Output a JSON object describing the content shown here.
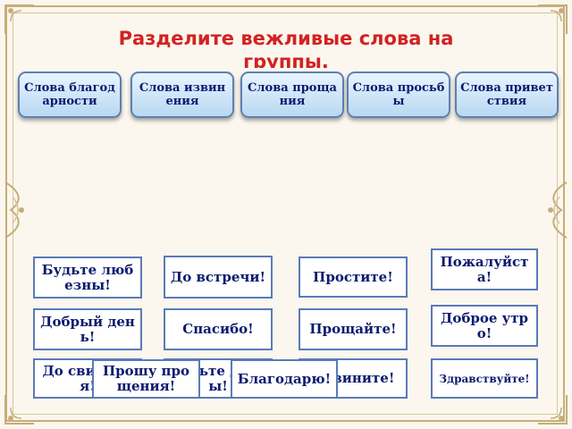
{
  "title": "Разделите вежливые слова на группы.",
  "categories": [
    {
      "label": "Слова благодарности"
    },
    {
      "label": "Слова извинения"
    },
    {
      "label": "Слова прощания"
    },
    {
      "label": "Слова просьбы"
    },
    {
      "label": "Слова приветствия"
    }
  ],
  "words": [
    {
      "label": "Пожалуйста!"
    },
    {
      "label": "Будьте любезны!"
    },
    {
      "label": "До встречи!"
    },
    {
      "label": "Простите!"
    },
    {
      "label": "Доброе утро!"
    },
    {
      "label": "Добрый день!"
    },
    {
      "label": "Спасибо!"
    },
    {
      "label": "Прощайте!"
    },
    {
      "label": "До свидания!"
    },
    {
      "label": "Будьте добры!"
    },
    {
      "label": "Извините!"
    },
    {
      "label": "Здравствуйте!"
    },
    {
      "label": "Прошу прощения!"
    },
    {
      "label": "Благодарю!"
    }
  ],
  "colors": {
    "title": "#d22222",
    "card_border": "#5a7ab8",
    "card_text": "#0a1a6e",
    "frame": "#c7ad7a"
  }
}
